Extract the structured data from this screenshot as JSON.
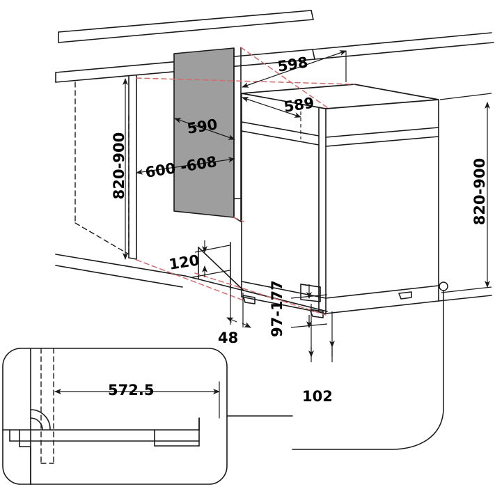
{
  "drawing": {
    "title": "Built-under dishwasher installation dimensions",
    "units": "mm",
    "colors": {
      "line": "#1a1a1a",
      "niche_fill": "#9e9e9e",
      "reference_dashed": "#d46a6a",
      "background": "#ffffff"
    }
  },
  "dimensions": {
    "cabinet_height_left": "820-900",
    "cabinet_height_right": "820-900",
    "niche_width": "590",
    "niche_depth_range": "600 -608",
    "appliance_width_top": "598",
    "appliance_depth": "589",
    "plinth_setback": "120",
    "foot_inset": "48",
    "services_height_range": "97-177",
    "services_offset": "102",
    "door_panel_width": "572.5"
  },
  "labels": [
    {
      "id": "niche-width",
      "text": "590"
    },
    {
      "id": "niche-depth",
      "text": "600 -608"
    },
    {
      "id": "height-left",
      "text": "820-900"
    },
    {
      "id": "height-right",
      "text": "820-900"
    },
    {
      "id": "appliance-width",
      "text": "598"
    },
    {
      "id": "appliance-depth",
      "text": "589"
    },
    {
      "id": "plinth-setback",
      "text": "120"
    },
    {
      "id": "foot-inset",
      "text": "48"
    },
    {
      "id": "services-height",
      "text": "97-177"
    },
    {
      "id": "services-offset",
      "text": "102"
    },
    {
      "id": "door-panel-width",
      "text": "572.5"
    }
  ],
  "detail_inset": {
    "name": "door-panel-detail",
    "dimension": "572.5"
  }
}
